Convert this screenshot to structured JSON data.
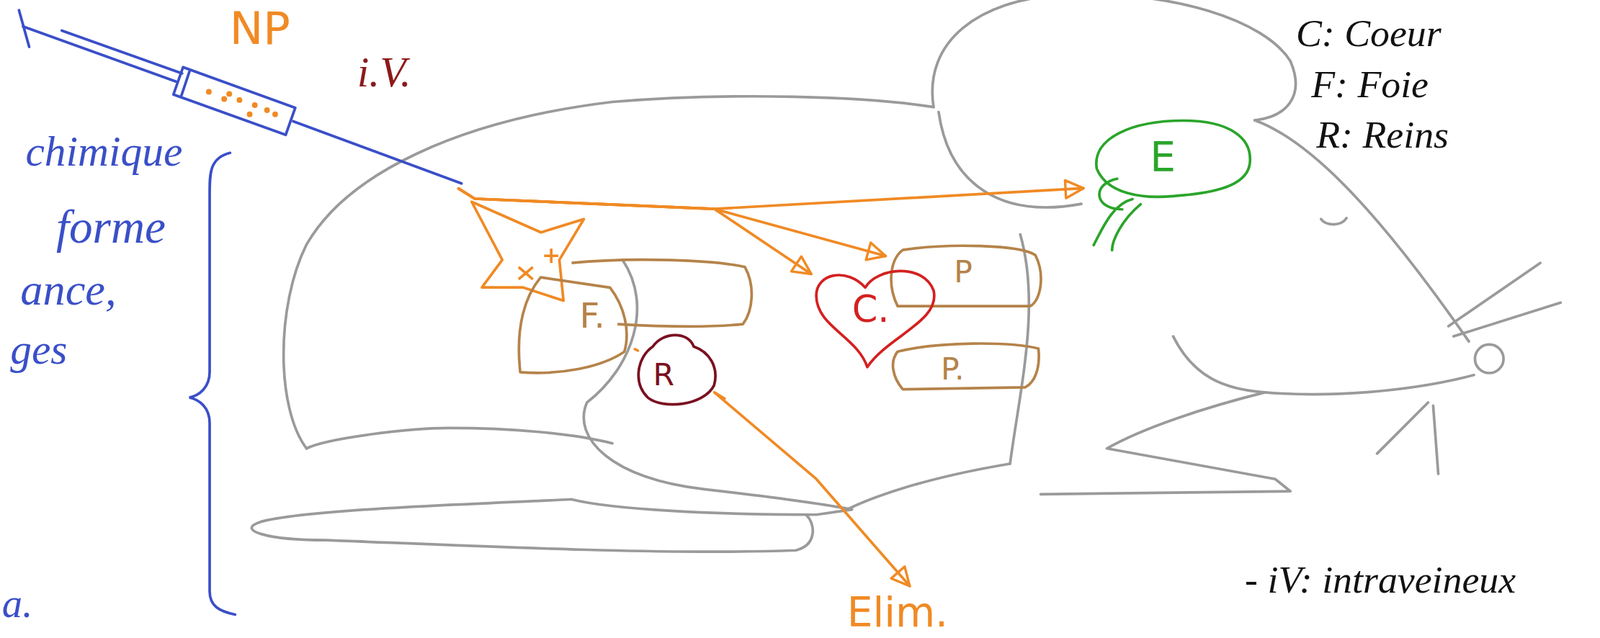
{
  "diagram": {
    "nodes": [
      {
        "text": [
          "NP"
        ]
      },
      {
        "text": [
          "E"
        ]
      },
      {
        "text": [
          "P"
        ]
      },
      {
        "text": [
          "F."
        ]
      },
      {
        "text": [
          "C."
        ]
      },
      {
        "text": [
          "R"
        ]
      },
      {
        "text": [
          "P."
        ]
      },
      {
        "text": [
          "Elim."
        ]
      }
    ],
    "edges": [
      {
        "from": 0,
        "to": 1,
        "arrow": "to"
      },
      {
        "from": 0,
        "to": 4,
        "arrow": "to"
      },
      {
        "from": 0,
        "to": 2,
        "arrow": "to"
      },
      {
        "from": 3,
        "to": 5,
        "arrow": "none"
      },
      {
        "from": 5,
        "to": 7,
        "arrow": "to"
      }
    ],
    "labels": [
      "i.V.",
      "chimique",
      "forme",
      "ance,",
      "ges",
      "a.",
      "C: Coeur",
      "F: Foie",
      "R: Reins",
      "- iV: intraveineux"
    ]
  }
}
